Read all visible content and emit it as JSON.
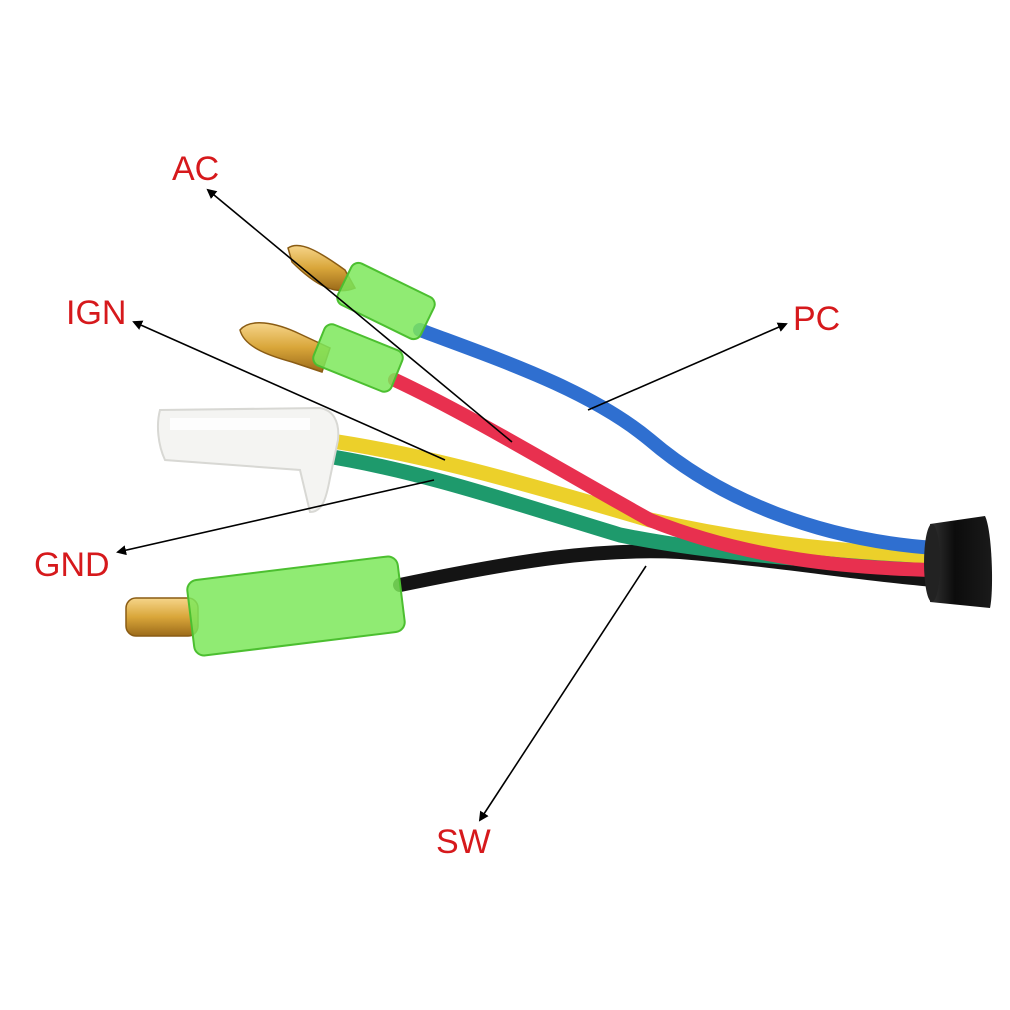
{
  "labels": {
    "ac": "AC",
    "ign": "IGN",
    "pc": "PC",
    "gnd": "GND",
    "sw": "SW"
  },
  "colors": {
    "label": "#d6191c",
    "wire_blue": "#2f6fd0",
    "wire_red": "#e8304f",
    "wire_yellow": "#ecd02a",
    "wire_green": "#1e9a6c",
    "wire_black": "#141414",
    "insulator_green": "#7de85a",
    "terminal_brass": "#d9a63a",
    "connector_white": "#f4f4f2",
    "sheath": "#111111"
  }
}
